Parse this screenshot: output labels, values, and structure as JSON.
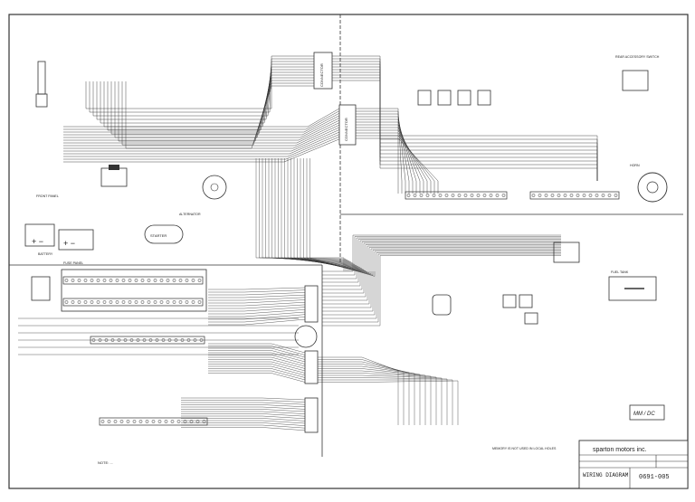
{
  "connector_label": "CONNECTOR",
  "title_block": {
    "company": "sparton motors inc.",
    "title": "WIRING DIAGRAM",
    "number": "0691-005",
    "initials": "MM / DC"
  },
  "note": "NOTE: ...",
  "memo": "MEMORY IS NOT USED IN LOCAL HOLES",
  "labels": {
    "fuse_panel": "FUSE PANEL",
    "cab_panel": "FRONT PANEL",
    "alternator": "ALTERNATOR",
    "battery": "BATTERY",
    "starter": "STARTER",
    "horn": "HORN",
    "accessory": "REAR ACCESSORY SWITCH",
    "fuel": "FUEL TANK"
  },
  "colors": {
    "ink": "#333333",
    "paper": "#ffffff"
  }
}
